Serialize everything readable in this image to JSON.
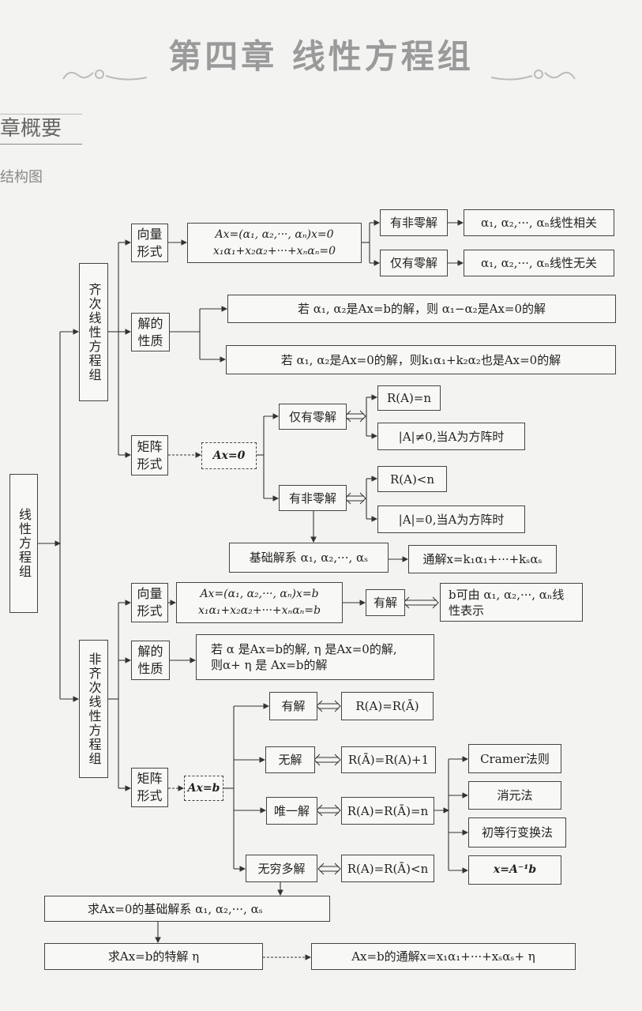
{
  "header": {
    "title": "第四章 线性方程组",
    "section": "章概要",
    "subsection": "结构图"
  },
  "diagram": {
    "root": "线性方程组",
    "homogeneous": "齐次线性方程组",
    "nonhomogeneous": "非齐次线性方程组",
    "h_vector": "向量形式",
    "h_vector_eq1": "Ax=(α₁, α₂,···, αₙ)x=0",
    "h_vector_eq2": "x₁α₁+x₂α₂+···+xₙαₙ=0",
    "h_nonzero": "有非零解",
    "h_dependent": "α₁, α₂,···, αₙ线性相关",
    "h_zero_only": "仅有零解",
    "h_independent": "α₁, α₂,···, αₙ线性无关",
    "h_property": "解的性质",
    "h_prop1": "若 α₁, α₂是Ax=b的解，则 α₁−α₂是Ax=0的解",
    "h_prop2": "若 α₁, α₂是Ax=0的解，则k₁α₁+k₂α₂也是Ax=0的解",
    "h_matrix": "矩阵形式",
    "h_ax0": "Ax=0",
    "h_zero_only2": "仅有零解",
    "h_rank_n": "R(A)=n",
    "h_det_ne0": "|A|≠0,当A为方阵时",
    "h_nonzero2": "有非零解",
    "h_rank_lt_n": "R(A)<n",
    "h_det_eq0": "|A|=0,当A为方阵时",
    "basis": "基础解系 α₁, α₂,···, αₛ",
    "general_h": "通解x=k₁α₁+···+kₛαₛ",
    "n_vector": "向量形式",
    "n_vector_eq1": "Ax=(α₁, α₂,···, αₙ)x=b",
    "n_vector_eq2": "x₁α₁+x₂α₂+···+xₙαₙ=b",
    "n_has_solution": "有解",
    "n_linear_rep": "b可由 α₁, α₂,···, αₙ线性表示",
    "n_property": "解的性质",
    "n_prop_line1": "若 α 是Ax=b的解, η 是Ax=0的解,",
    "n_prop_line2": "则α+ η 是 Ax=b的解",
    "n_matrix": "矩阵形式",
    "n_axb": "Ax=b",
    "case_solution": "有解",
    "case_solution_cond": "R(A)=R(Ā)",
    "case_none": "无解",
    "case_none_cond": "R(Ā)=R(A)+1",
    "case_unique": "唯一解",
    "case_unique_cond": "R(A)=R(Ā)=n",
    "case_infinite": "无穷多解",
    "case_infinite_cond": "R(A)=R(Ā)<n",
    "method_cramer": "Cramer法则",
    "method_elim": "消元法",
    "method_row": "初等行变换法",
    "method_inverse": "x=A⁻¹b",
    "step_basis": "求Ax=0的基础解系 α₁, α₂,···, αₛ",
    "step_particular": "求Ax=b的特解 η",
    "step_general": "Ax=b的通解x=x₁α₁+···+xₛαₛ+ η"
  }
}
